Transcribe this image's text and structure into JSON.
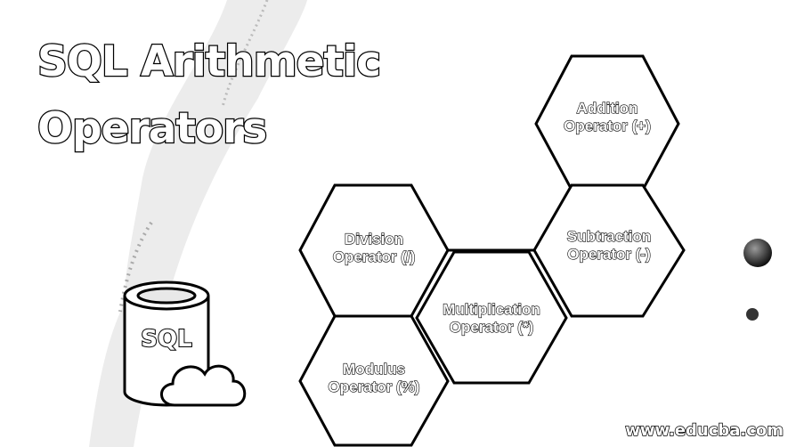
{
  "title": {
    "line1": "SQL Arithmetic",
    "line2": "Operators"
  },
  "hexagons": [
    {
      "id": "addition",
      "line1": "Addition",
      "line2": "Operator (+)"
    },
    {
      "id": "subtraction",
      "line1": "Subtraction",
      "line2": "Operator (-)"
    },
    {
      "id": "division",
      "line1": "Division",
      "line2": "Operator (/)"
    },
    {
      "id": "multiplication",
      "line1": "Multiplication",
      "line2": "Operator (*)"
    },
    {
      "id": "modulus",
      "line1": "Modulus",
      "line2": "Operator (%)"
    }
  ],
  "database_icon": {
    "label": "SQL",
    "icon": "database-cloud-icon"
  },
  "footer": {
    "url": "www.educba.com"
  },
  "colors": {
    "stroke": "#000000",
    "fill": "#ffffff",
    "accent": "#555555"
  }
}
